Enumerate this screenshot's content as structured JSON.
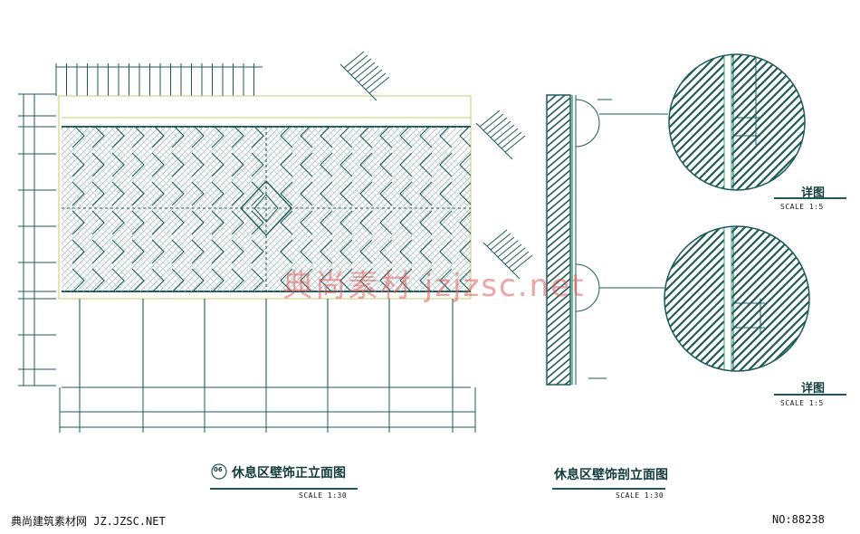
{
  "colors": {
    "line_dark": "#1e5a5a",
    "line_light": "#9fb8b8",
    "dim_yellow": "#c8c86a",
    "dim_green": "#3aa86a",
    "watermark": "#dc5a5a"
  },
  "left_elevation": {
    "tag": "06",
    "title": "休息区壁饰正立面图",
    "scale": "SCALE 1:30"
  },
  "right_section": {
    "title": "休息区壁饰剖立面图",
    "scale": "SCALE 1:30"
  },
  "details": [
    {
      "title": "详图",
      "scale": "SCALE 1:5"
    },
    {
      "title": "详图",
      "scale": "SCALE 1:5"
    }
  ],
  "watermark": "典尚素材  jzjzsc.net",
  "footer": {
    "left": "典尚建筑素材网 JZ.JZSC.NET",
    "right": "NO:88238"
  }
}
